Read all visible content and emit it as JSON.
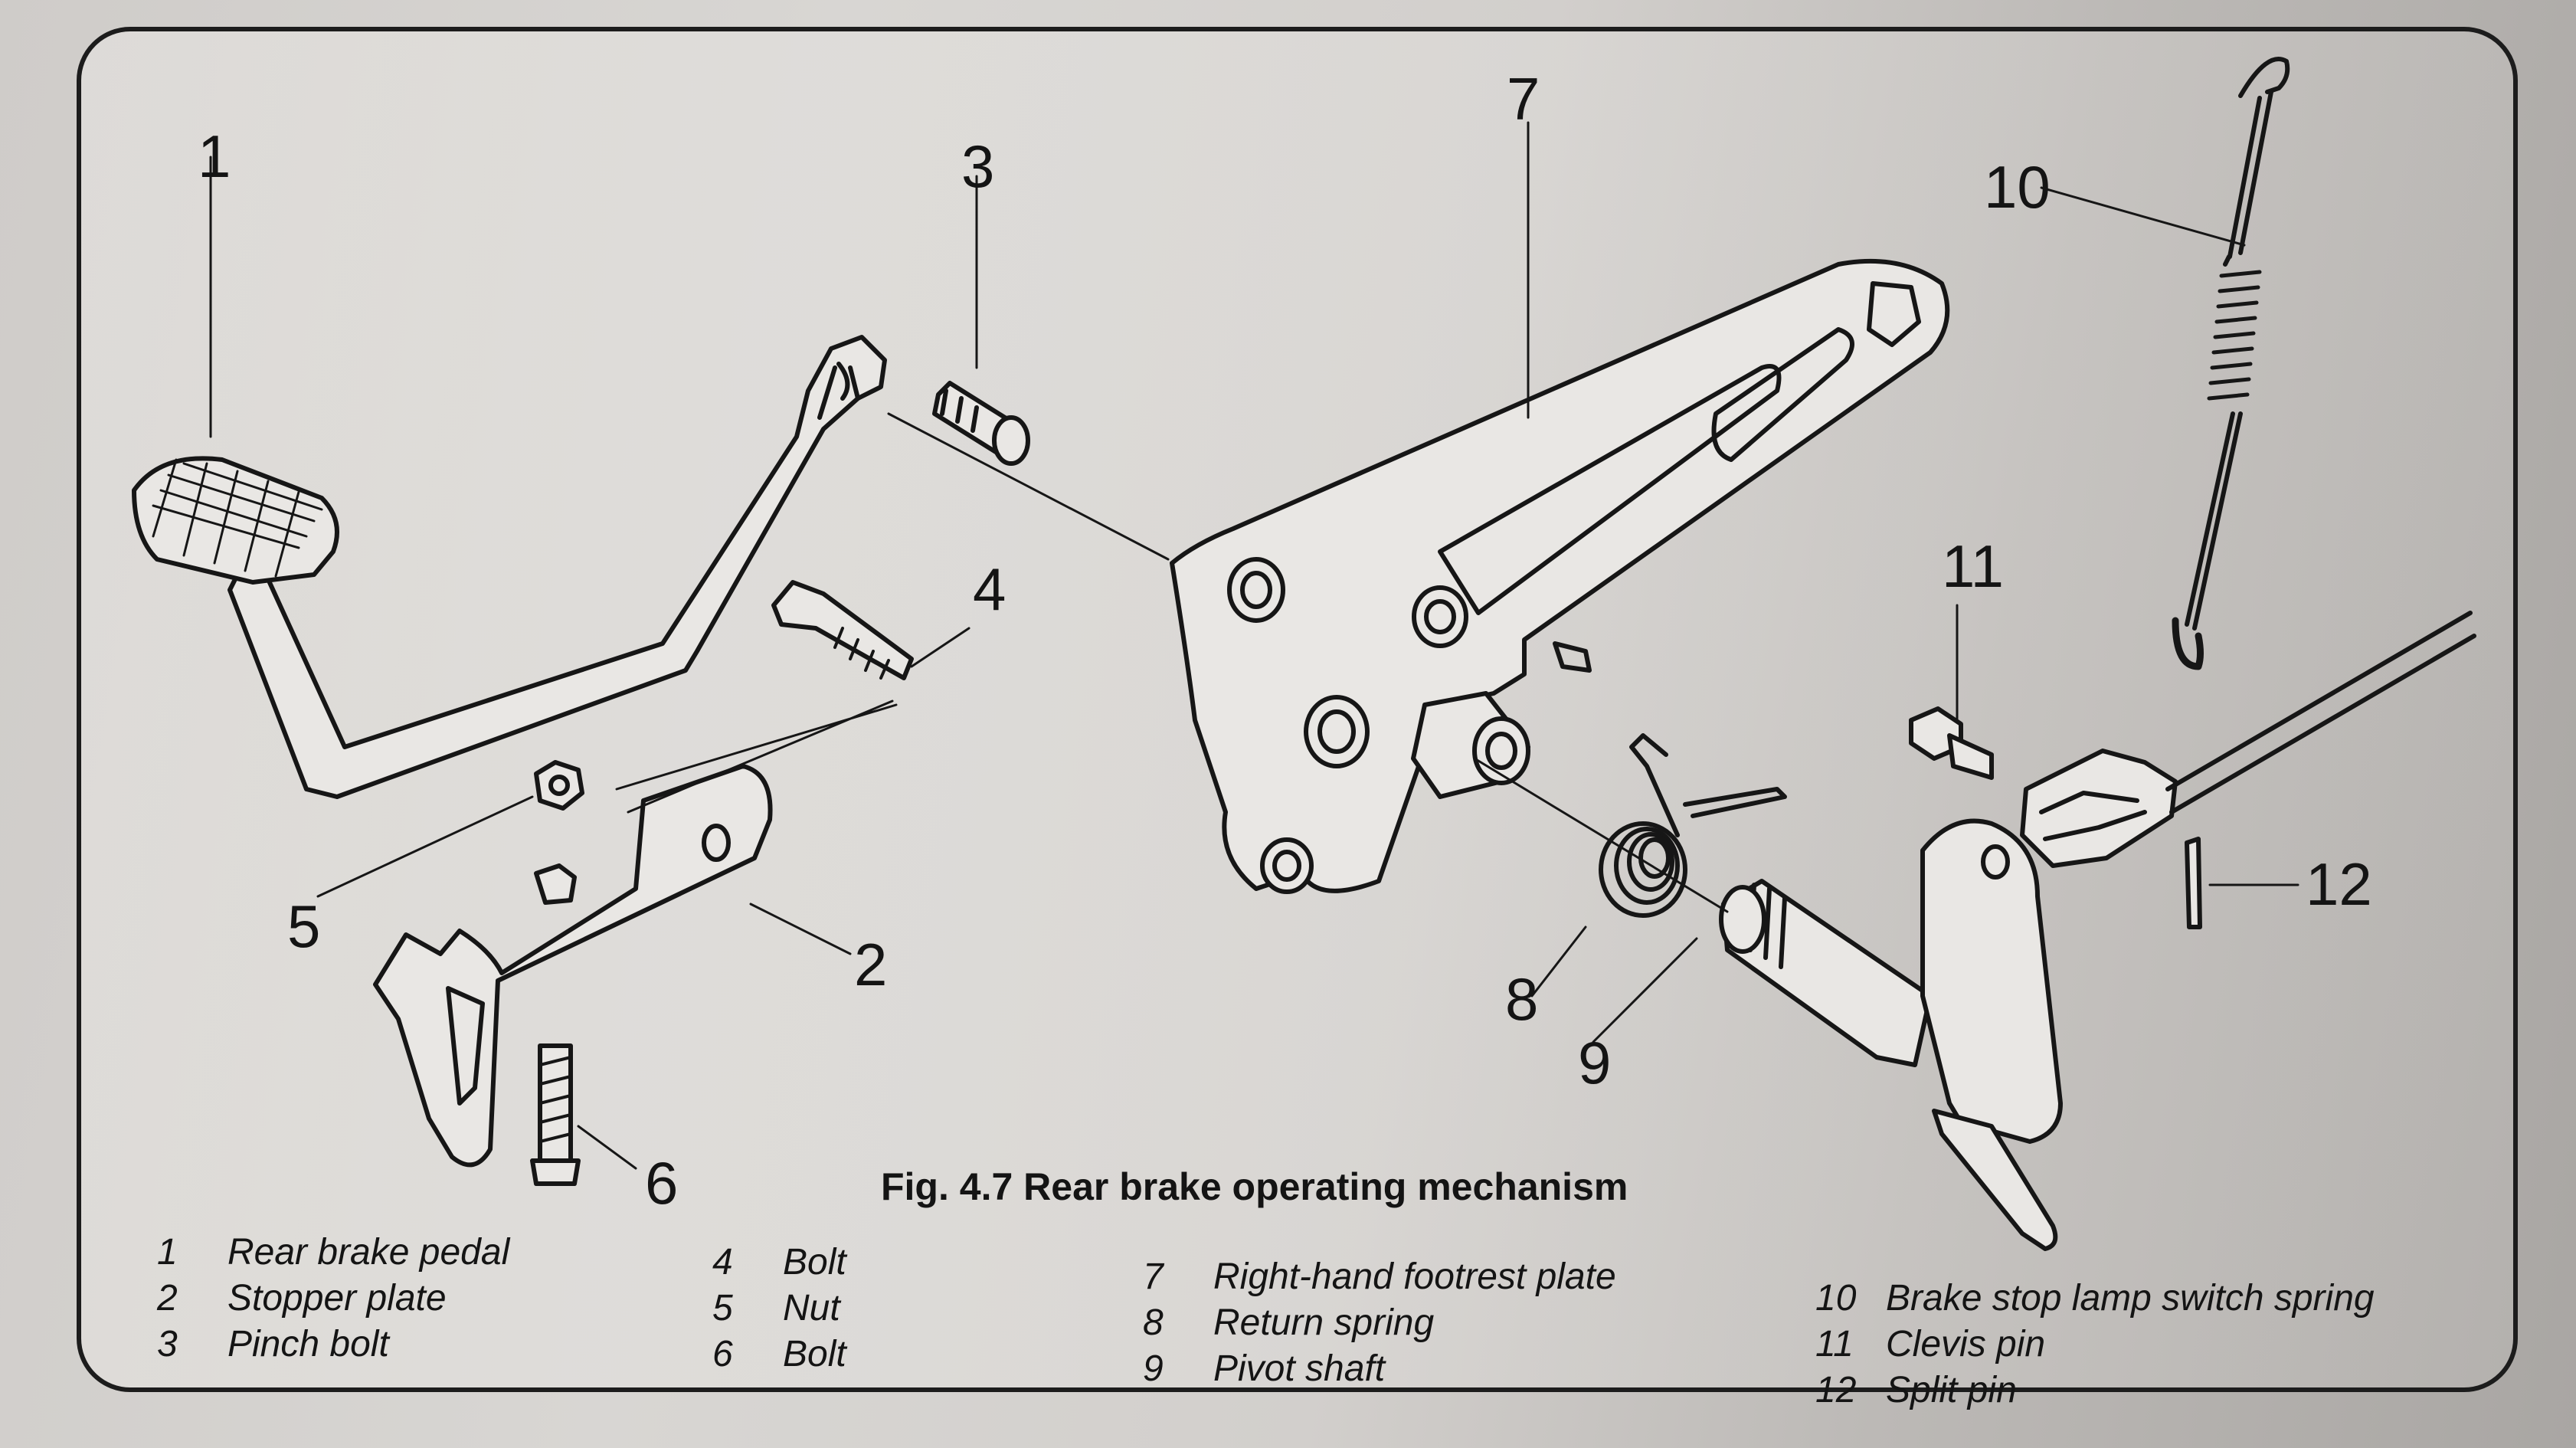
{
  "figure": {
    "caption": "Fig. 4.7 Rear brake operating mechanism",
    "callouts": [
      "1",
      "2",
      "3",
      "4",
      "5",
      "6",
      "7",
      "8",
      "9",
      "10",
      "11",
      "12"
    ]
  },
  "legend": {
    "col1": [
      {
        "num": "1",
        "label": "Rear brake pedal"
      },
      {
        "num": "2",
        "label": "Stopper plate"
      },
      {
        "num": "3",
        "label": "Pinch bolt"
      }
    ],
    "col2": [
      {
        "num": "4",
        "label": "Bolt"
      },
      {
        "num": "5",
        "label": "Nut"
      },
      {
        "num": "6",
        "label": "Bolt"
      }
    ],
    "col3": [
      {
        "num": "7",
        "label": "Right-hand footrest plate"
      },
      {
        "num": "8",
        "label": "Return spring"
      },
      {
        "num": "9",
        "label": "Pivot shaft"
      }
    ],
    "col4": [
      {
        "num": "10",
        "label": "Brake stop lamp switch spring"
      },
      {
        "num": "11",
        "label": "Clevis pin"
      },
      {
        "num": "12",
        "label": "Split pin"
      }
    ]
  }
}
